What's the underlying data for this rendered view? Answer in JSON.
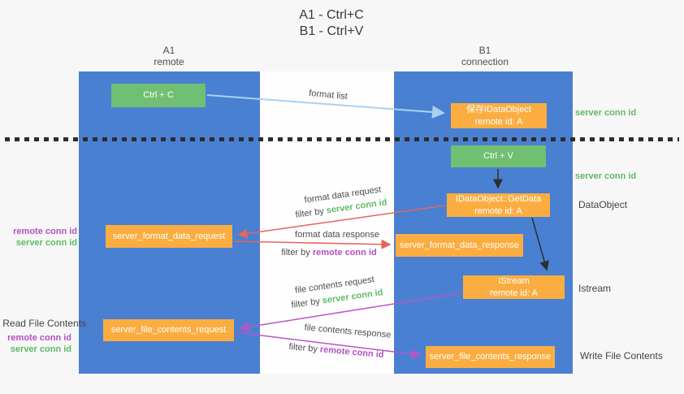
{
  "title": {
    "line1": "A1 - Ctrl+C",
    "line2": "B1 - Ctrl+V"
  },
  "columns": {
    "left": {
      "name": "A1",
      "subtitle": "remote"
    },
    "right": {
      "name": "B1",
      "subtitle": "connection"
    }
  },
  "nodes": {
    "ctrl_c": {
      "label": "Ctrl + C"
    },
    "save_idataobject": {
      "line1": "保存IDataObject",
      "line2": "remote id: A"
    },
    "ctrl_v": {
      "label": "Ctrl + V"
    },
    "idataobject_getdata": {
      "line1": "IDataObject::GetData",
      "line2": "remote id: A"
    },
    "server_format_data_request": {
      "label": "server_format_data_request"
    },
    "server_format_data_response": {
      "label": "server_format_data_response"
    },
    "istream": {
      "line1": "IStream",
      "line2": "remote id: A"
    },
    "server_file_contents_request": {
      "label": "server_file_contents_request"
    },
    "server_file_contents_response": {
      "label": "server_file_contents_response"
    }
  },
  "edges": {
    "format_list": {
      "label": "format list"
    },
    "format_data_request": {
      "label": "format data request",
      "filter_prefix": "filter by",
      "filter_key": "server conn id"
    },
    "format_data_response": {
      "label": "format data response",
      "filter_prefix": "filter by",
      "filter_key": "remote conn id"
    },
    "file_contents_request": {
      "label": "file contents request",
      "filter_prefix": "filter by",
      "filter_key": "server conn id"
    },
    "file_contents_response": {
      "label": "file contents response",
      "filter_prefix": "filter by",
      "filter_key": "remote conn id"
    }
  },
  "annotations": {
    "server_conn_id_right_top": "server conn id",
    "server_conn_id_right_mid": "server conn id",
    "dataobject": "DataObject",
    "istream": "Istream",
    "write_file_contents": "Write File Contents",
    "read_file_contents": "Read File Contents",
    "remote_conn_id_left_top": "remote conn id",
    "server_conn_id_left_top": "server conn id",
    "remote_conn_id_left_bottom": "remote conn id",
    "server_conn_id_left_bottom": "server conn id"
  },
  "colors": {
    "lifeline_blue": "#4a80d2",
    "node_green": "#71bf73",
    "node_orange": "#fbad41",
    "arrow_light_blue": "#a8d2f0",
    "arrow_red": "#e8635a",
    "arrow_magenta": "#bb53c5",
    "arrow_black": "#2e2e2e",
    "text_green": "#5eba63",
    "text_purple": "#b44fc4"
  }
}
